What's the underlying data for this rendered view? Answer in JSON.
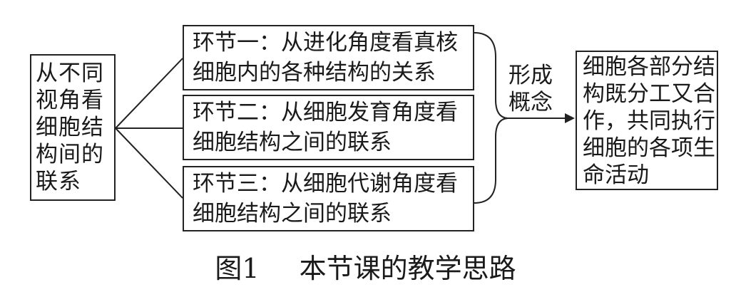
{
  "source": {
    "lines": [
      "从不同",
      "视角看",
      "细胞结",
      "构间的",
      "联系"
    ]
  },
  "steps": [
    {
      "line1": "环节一：从进化角度看真核",
      "line2": "细胞内的各种结构的关系"
    },
    {
      "line1": "环节二：从细胞发育角度看",
      "line2": "细胞结构之间的联系"
    },
    {
      "line1": "环节三：从细胞代谢角度看",
      "line2": "细胞结构之间的联系"
    }
  ],
  "connector": {
    "lines": [
      "形成",
      "概念"
    ]
  },
  "result": {
    "lines": [
      "细胞各部分结",
      "构既分工又合",
      "作，共同执行",
      "细胞的各项生",
      "命活动"
    ]
  },
  "caption": {
    "figure_number": "图1",
    "title": "本节课的教学思路"
  }
}
